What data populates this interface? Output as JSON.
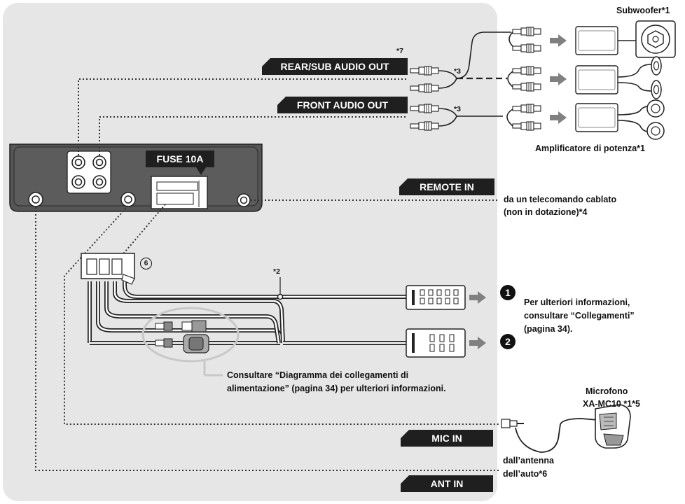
{
  "labels": {
    "rear_sub_audio_out": "REAR/SUB AUDIO OUT",
    "front_audio_out": "FRONT AUDIO OUT",
    "fuse": "FUSE 10A",
    "remote_in": "REMOTE IN",
    "mic_in": "MIC IN",
    "ant_in": "ANT IN"
  },
  "notes": {
    "n7": "*7",
    "n3_rear": "*3",
    "n3_front": "*3",
    "n2": "*2",
    "part6": "6"
  },
  "right": {
    "subwoofer": "Subwoofer*1",
    "amplifier": "Amplificatore di potenza*1",
    "remote_line1": "da un telecomando cablato",
    "remote_line2": "(non in dotazione)*4",
    "marker1": "1",
    "marker2": "2",
    "info_line1": "Per ulteriori informazioni,",
    "info_line2": "consultare “Collegamenti”",
    "info_line3": "(pagina 34).",
    "mic_line1": "Microfono",
    "mic_line2": "XA-MC10 *1*5",
    "antenna_line1": "dall’antenna",
    "antenna_line2": "dell’auto*6"
  },
  "power_note": {
    "line1": "Consultare “Diagramma dei collegamenti di",
    "line2": "alimentazione” (pagina 34) per ulteriori informazioni."
  }
}
